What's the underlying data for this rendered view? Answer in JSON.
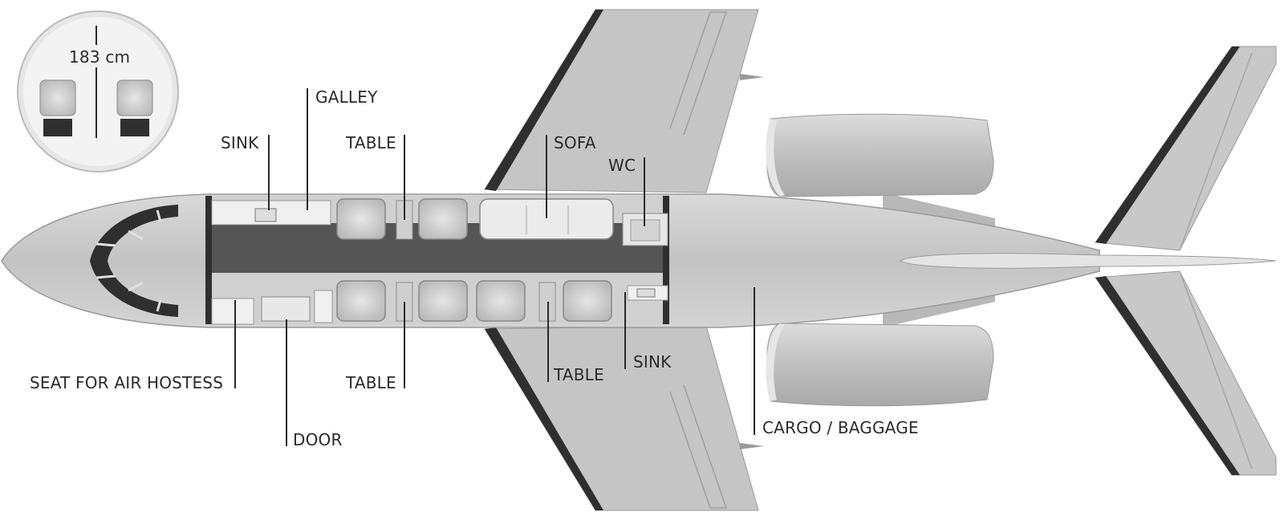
{
  "labels": {
    "galley": "GALLEY",
    "sink_top": "SINK",
    "table_top": "TABLE",
    "sofa": "SOFA",
    "wc": "WC",
    "seat_hostess": "SEAT FOR AIR HOSTESS",
    "table_bottom_left": "TABLE",
    "table_bottom_right": "TABLE",
    "sink_bottom": "SINK",
    "door": "DOOR",
    "cargo": "CARGO / BAGGAGE",
    "cabin_height": "183 cm"
  },
  "colors": {
    "body": "#c9c9c9",
    "body_edge": "#9a9a9a",
    "floor": "#555555",
    "furniture": "#e8e8e8",
    "dark": "#2e2e2e",
    "text": "#2a2a2a"
  }
}
